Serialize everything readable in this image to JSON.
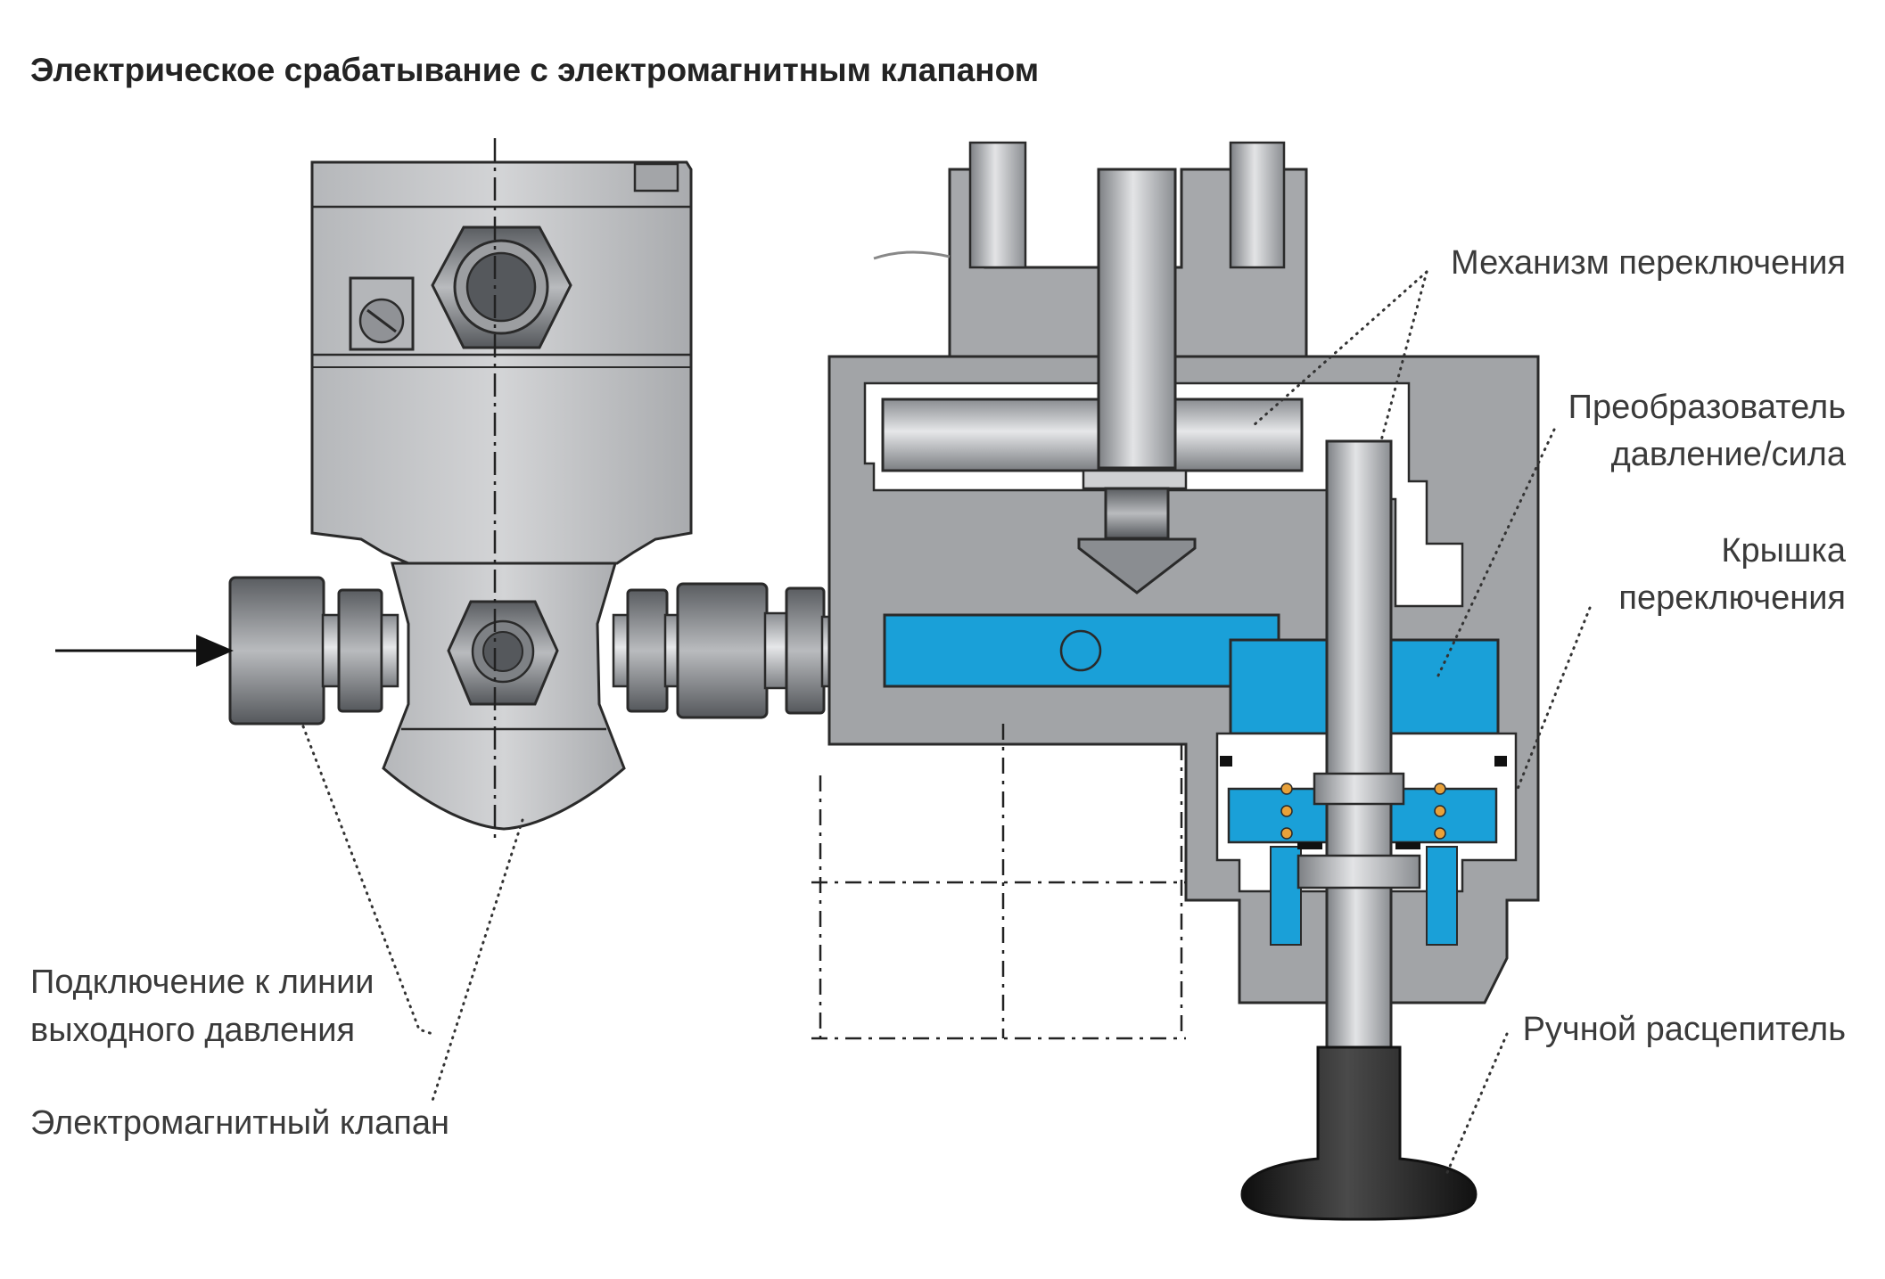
{
  "title": "Электрическое срабатывание с электромагнитным клапаном",
  "labels": {
    "switching_mechanism": "Механизм переключения",
    "transducer_line1": "Преобразователь",
    "transducer_line2": "давление/сила",
    "switching_cover_line1": "Крышка",
    "switching_cover_line2": "переключения",
    "manual_release": "Ручной расцепитель",
    "outlet_connection_line1": "Подключение к линии",
    "outlet_connection_line2": "выходного давления",
    "solenoid_valve": "Электромагнитный клапан"
  },
  "colors": {
    "steel_light": "#c8c9cb",
    "steel_mid": "#a3a5a8",
    "steel_dark": "#6f7276",
    "fluid_blue": "#1aa0d8",
    "spring_orange": "#e8a13a",
    "handle_black": "#1c1c1c",
    "outline": "#2a2a2a"
  }
}
